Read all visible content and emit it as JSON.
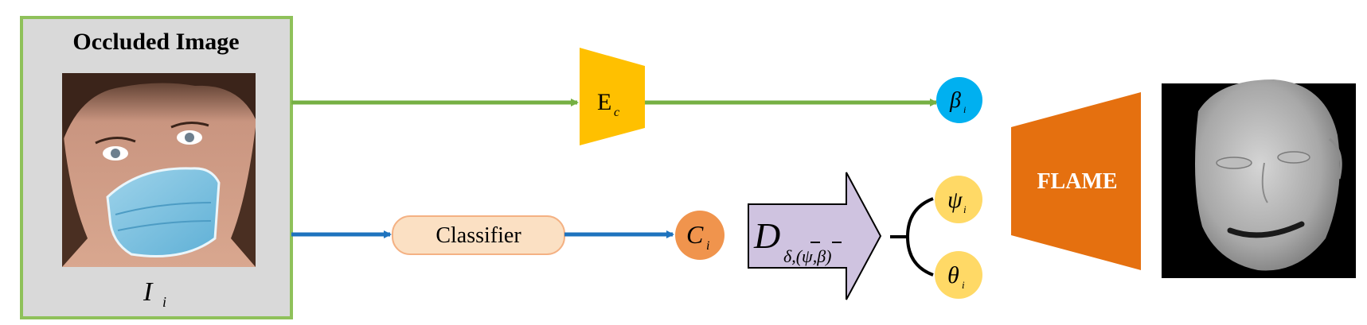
{
  "input_panel": {
    "title": "Occluded Image",
    "image_label": "I",
    "image_label_sub": "i"
  },
  "encoder": {
    "label": "E",
    "sub": "c"
  },
  "shape_param": {
    "label": "β",
    "sub": "i"
  },
  "classifier": {
    "label": "Classifier"
  },
  "class_output": {
    "label": "C",
    "sub": "i"
  },
  "decoder": {
    "label": "D",
    "sub_text": "δ,(ψ,β)"
  },
  "expression_param": {
    "label": "ψ",
    "sub": "i"
  },
  "pose_param": {
    "label": "θ",
    "sub": "i"
  },
  "flame": {
    "label": "FLAME"
  },
  "colors": {
    "green_path": "#76b043",
    "blue_path": "#1e73be",
    "encoder_fill": "#ffc000",
    "beta_fill": "#00b0f0",
    "classifier_fill": "#fbe0c3",
    "classifier_stroke": "#f4b183",
    "c_fill": "#f0944d",
    "decoder_fill": "#cfc3e0",
    "param_fill": "#ffd966",
    "flame_fill": "#e5700f",
    "panel_fill": "#d9d9d9",
    "panel_stroke": "#8fc15a"
  }
}
